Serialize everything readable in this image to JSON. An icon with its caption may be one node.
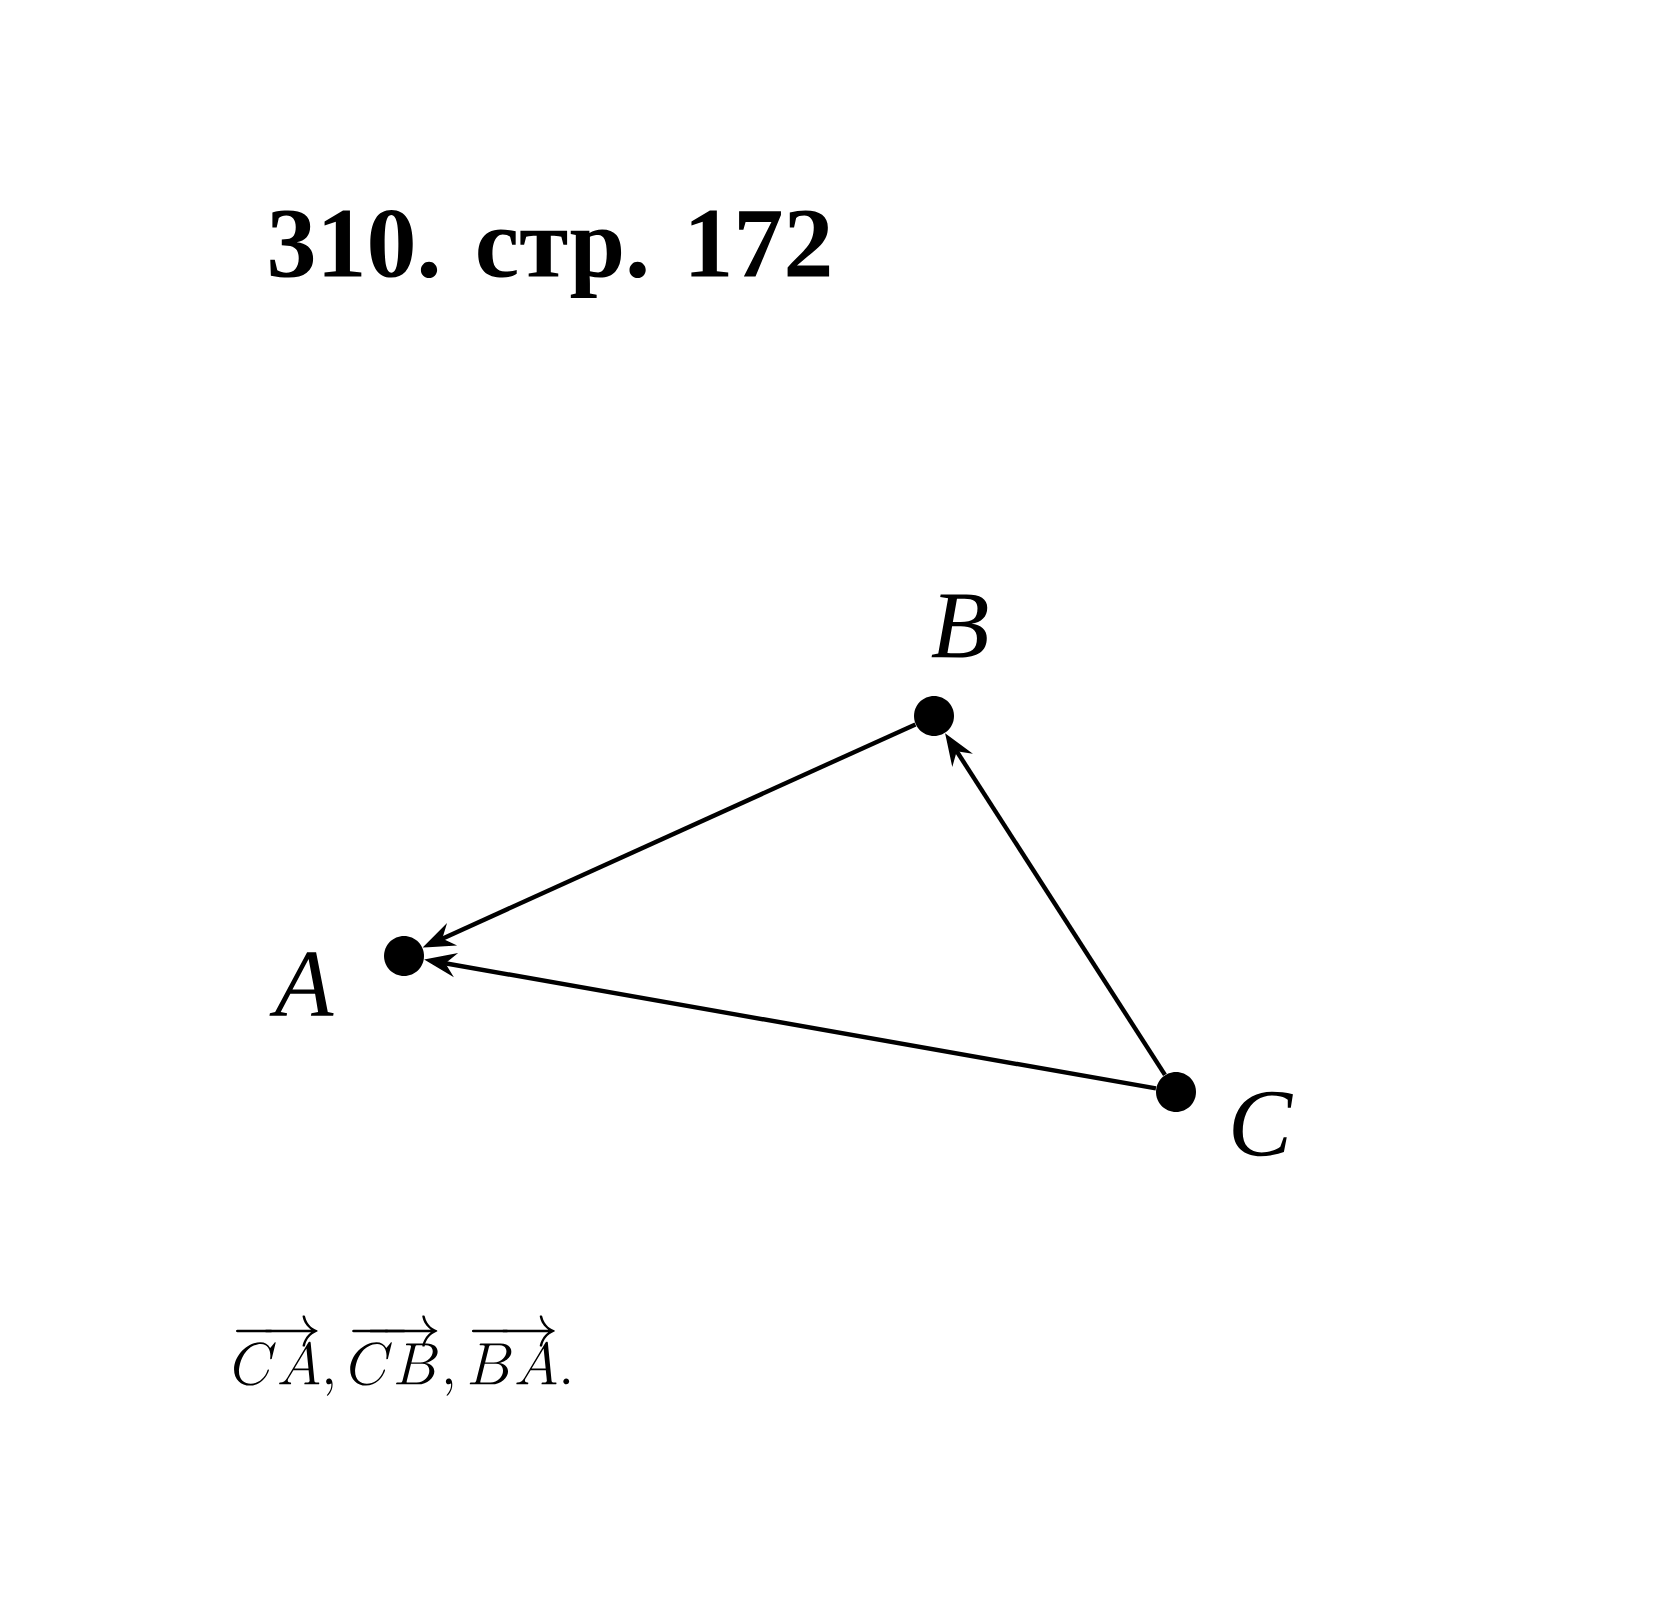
{
  "diagram": {
    "title": "310. стр. 172",
    "nodes": [
      {
        "text": [],
        "shape": "circle",
        "beside": [
          "A"
        ]
      },
      {
        "text": [],
        "shape": "circle",
        "beside": [
          "B"
        ]
      },
      {
        "text": [],
        "shape": "circle",
        "beside": [
          "C"
        ]
      }
    ],
    "edges": [
      {
        "from": 1,
        "to": 0,
        "arrow": "to"
      },
      {
        "from": 2,
        "to": 0,
        "arrow": "to"
      },
      {
        "from": 2,
        "to": 1,
        "arrow": "to"
      }
    ],
    "labels": [
      "\\overrightarrow{CA}, \\overrightarrow{CB}, \\overrightarrow{BA}."
    ]
  }
}
